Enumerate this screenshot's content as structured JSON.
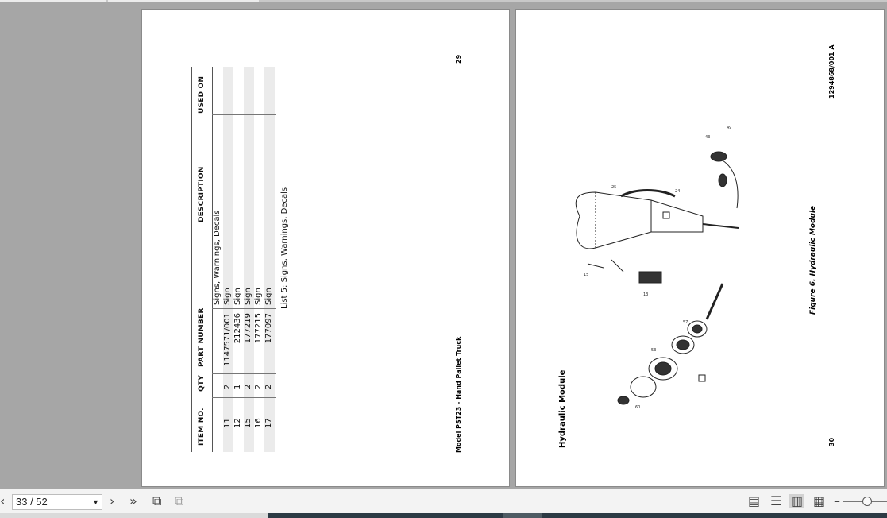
{
  "left_page": {
    "table": {
      "headers": {
        "item_no": "ITEM NO.",
        "qty": "QTY",
        "part_number": "PART NUMBER",
        "description": "DESCRIPTION",
        "used_on": "USED ON"
      },
      "rows": [
        {
          "item_no": "",
          "qty": "",
          "part_number": "",
          "description": "Signs, Warnings, Decals",
          "used_on": ""
        },
        {
          "item_no": "11",
          "qty": "2",
          "part_number": "1147571/001",
          "description": "Sign",
          "used_on": ""
        },
        {
          "item_no": "12",
          "qty": "1",
          "part_number": "212436",
          "description": "Sign",
          "used_on": ""
        },
        {
          "item_no": "15",
          "qty": "2",
          "part_number": "177219",
          "description": "Sign",
          "used_on": ""
        },
        {
          "item_no": "16",
          "qty": "2",
          "part_number": "177215",
          "description": "Sign",
          "used_on": ""
        },
        {
          "item_no": "17",
          "qty": "2",
          "part_number": "177097",
          "description": "Sign",
          "used_on": ""
        }
      ]
    },
    "caption": "List 5: Signs, Warnings, Decals",
    "footer_title": "Model PST23 - Hand Pallet Truck",
    "page_number": "29"
  },
  "right_page": {
    "section_title": "Hydraulic Module",
    "figure_caption": "Figure 6. Hydraulic Module",
    "doc_number": "1294868/001 A",
    "page_number": "30"
  },
  "toolbar": {
    "prev_icon": "chevron-left-icon",
    "page_indicator": "33 / 52",
    "next_icon": "chevron-right-icon",
    "last_icon": "double-chevron-right-icon",
    "copy_icon": "copy-page-icon",
    "copy2_icon": "copy-page-disabled-icon",
    "single_page_icon": "single-page-view-icon",
    "continuous_icon": "continuous-view-icon",
    "facing_icon": "facing-view-icon",
    "facing_continuous_icon": "facing-continuous-view-icon",
    "zoom_out_label": "–"
  }
}
